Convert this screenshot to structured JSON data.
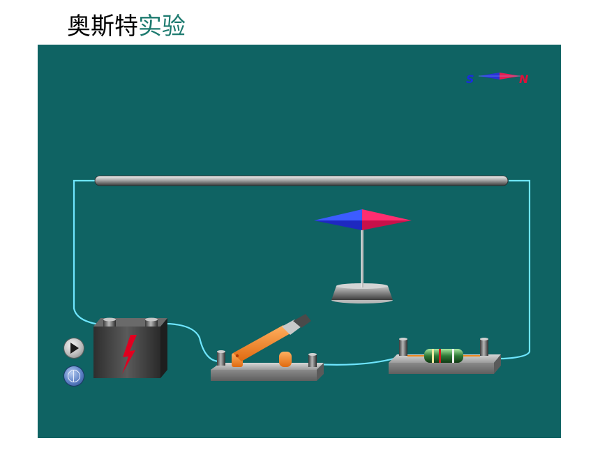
{
  "title": {
    "part1": "奥斯特",
    "part2": "实验"
  },
  "compass_legend": {
    "south_label": "S",
    "north_label": "N"
  },
  "colors": {
    "stage_bg": "#0f6363",
    "wire": "#6fe6ff",
    "south": "#1a2be0",
    "north": "#e0103a",
    "title_accent": "#1d7a6f"
  },
  "icons": {
    "play": "play-arrow-icon",
    "home": "home-disc-icon",
    "lightning": "lightning-icon"
  }
}
